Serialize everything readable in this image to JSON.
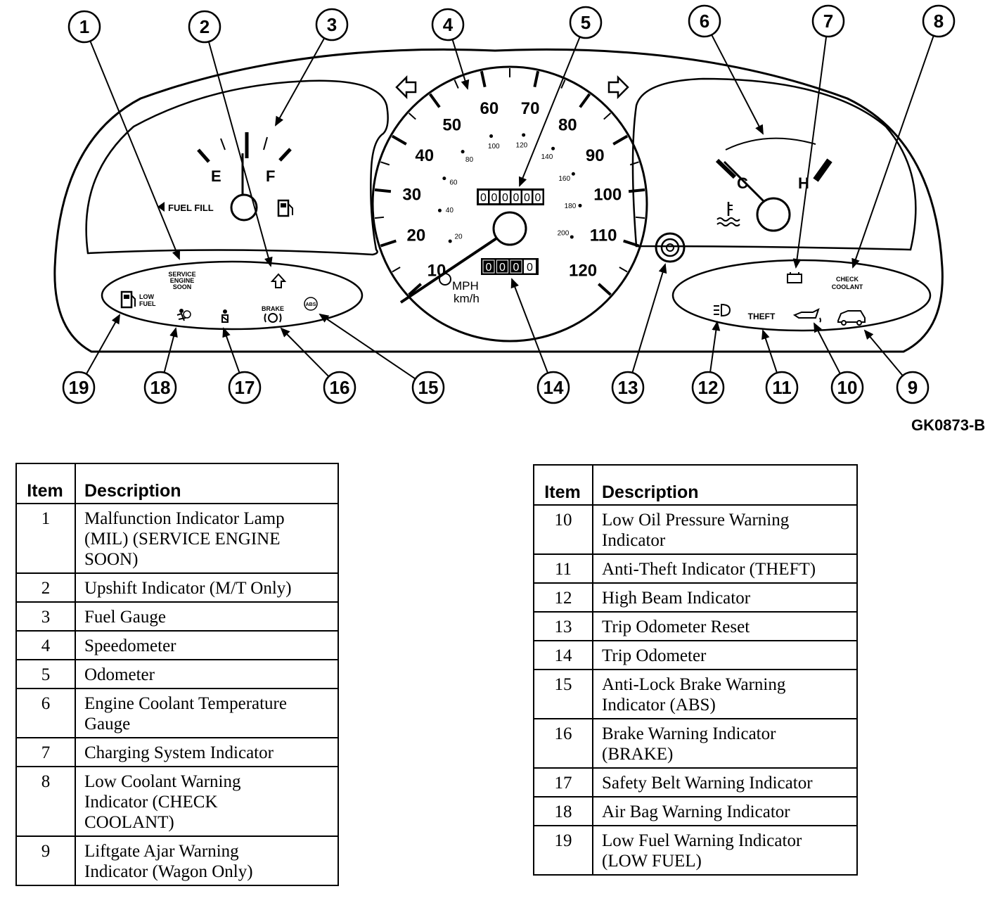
{
  "figure_code": "GK0873-B",
  "cluster": {
    "fuel_gauge": {
      "empty_label": "E",
      "full_label": "F",
      "fuel_fill_label": "FUEL FILL"
    },
    "speedometer": {
      "mph_ticks": [
        "10",
        "20",
        "30",
        "40",
        "50",
        "60",
        "70",
        "80",
        "90",
        "100",
        "110",
        "120"
      ],
      "kmh_ticks": [
        "20",
        "40",
        "60",
        "80",
        "100",
        "120",
        "140",
        "160",
        "180",
        "200"
      ],
      "unit_mph": "MPH",
      "unit_kmh": "km/h",
      "odometer": [
        "0",
        "0",
        "0",
        "0",
        "0",
        "0"
      ],
      "trip_odometer": [
        "0",
        "0",
        "0",
        "0"
      ]
    },
    "temp_gauge": {
      "cold_label": "C",
      "hot_label": "H"
    },
    "left_indicators": {
      "service_engine_soon": [
        "SERVICE",
        "ENGINE",
        "SOON"
      ],
      "low_fuel": [
        "LOW",
        "FUEL"
      ],
      "brake": "BRAKE",
      "abs": "ABS"
    },
    "right_indicators": {
      "check_coolant": [
        "CHECK",
        "COOLANT"
      ],
      "theft": "THEFT"
    }
  },
  "callouts": [
    "1",
    "2",
    "3",
    "4",
    "5",
    "6",
    "7",
    "8",
    "9",
    "10",
    "11",
    "12",
    "13",
    "14",
    "15",
    "16",
    "17",
    "18",
    "19"
  ],
  "tables": {
    "header_item": "Item",
    "header_description": "Description",
    "left": [
      {
        "item": "1",
        "lines": [
          "Malfunction Indicator Lamp",
          "(MIL) (SERVICE ENGINE",
          "SOON)"
        ]
      },
      {
        "item": "2",
        "lines": [
          "Upshift Indicator (M/T Only)"
        ]
      },
      {
        "item": "3",
        "lines": [
          "Fuel Gauge"
        ]
      },
      {
        "item": "4",
        "lines": [
          "Speedometer"
        ]
      },
      {
        "item": "5",
        "lines": [
          "Odometer"
        ]
      },
      {
        "item": "6",
        "lines": [
          "Engine Coolant Temperature",
          "Gauge"
        ]
      },
      {
        "item": "7",
        "lines": [
          "Charging System Indicator"
        ]
      },
      {
        "item": "8",
        "lines": [
          "Low Coolant Warning",
          "Indicator (CHECK",
          "COOLANT)"
        ]
      },
      {
        "item": "9",
        "lines": [
          "Liftgate Ajar Warning",
          "Indicator (Wagon Only)"
        ]
      }
    ],
    "right": [
      {
        "item": "10",
        "lines": [
          "Low Oil Pressure Warning",
          "Indicator"
        ]
      },
      {
        "item": "11",
        "lines": [
          "Anti-Theft Indicator (THEFT)"
        ]
      },
      {
        "item": "12",
        "lines": [
          "High Beam Indicator"
        ]
      },
      {
        "item": "13",
        "lines": [
          "Trip Odometer Reset"
        ]
      },
      {
        "item": "14",
        "lines": [
          "Trip Odometer"
        ]
      },
      {
        "item": "15",
        "lines": [
          "Anti-Lock Brake Warning",
          "Indicator (ABS)"
        ]
      },
      {
        "item": "16",
        "lines": [
          "Brake Warning Indicator",
          "(BRAKE)"
        ]
      },
      {
        "item": "17",
        "lines": [
          "Safety Belt Warning Indicator"
        ]
      },
      {
        "item": "18",
        "lines": [
          "Air Bag Warning Indicator"
        ]
      },
      {
        "item": "19",
        "lines": [
          "Low Fuel Warning Indicator",
          "(LOW FUEL)"
        ]
      }
    ]
  }
}
